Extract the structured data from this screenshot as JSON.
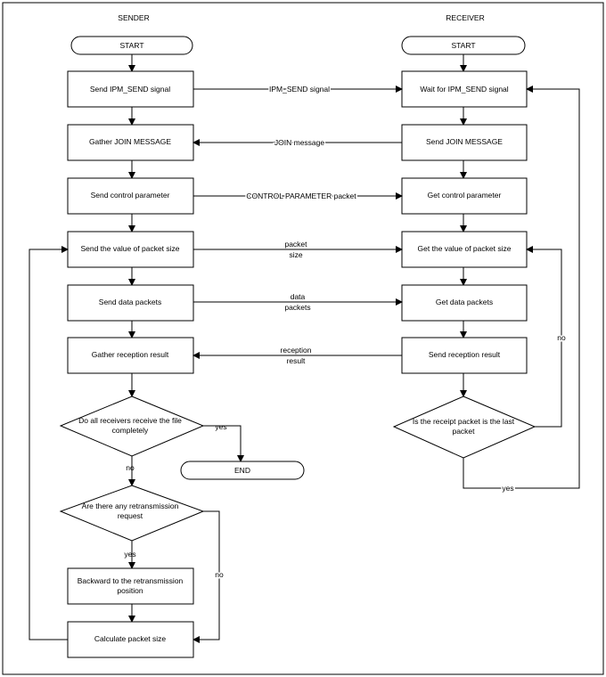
{
  "columns": {
    "sender": "SENDER",
    "receiver": "RECEIVER"
  },
  "sender": {
    "start": "START",
    "send_ipm": "Send IPM_SEND signal",
    "gather_join": "Gather JOIN MESSAGE",
    "send_control": "Send control parameter",
    "send_packet_size": "Send the value of packet size",
    "send_data": "Send data packets",
    "gather_result": "Gather reception result",
    "decision_all": [
      "Do all receivers receive the file",
      "completely"
    ],
    "decision_retrans": [
      "Are there any retransmission",
      "request"
    ],
    "backward": [
      "Backward to the retransmission",
      "position"
    ],
    "calc_size": "Calculate packet size",
    "end": "END"
  },
  "receiver": {
    "start": "START",
    "wait_ipm": "Wait for IPM_SEND signal",
    "send_join": "Send JOIN MESSAGE",
    "get_control": "Get control parameter",
    "get_packet_size": "Get the value of packet size",
    "get_data": "Get data packets",
    "send_result": "Send reception result",
    "decision_last": [
      "Is the receipt packet is the last",
      "packet"
    ]
  },
  "messages": {
    "ipm": "IPM_SEND signal",
    "join": "JOIN message",
    "control": "CONTROL PARAMETER packet",
    "packet_size": [
      "packet",
      "size"
    ],
    "data": [
      "data",
      "packets"
    ],
    "result": [
      "reception",
      "result"
    ]
  },
  "branch_labels": {
    "yes_all": "yes",
    "no_all": "no",
    "yes_retrans": "yes",
    "no_retrans": "no",
    "no_last": "no",
    "yes_last": "yes"
  }
}
